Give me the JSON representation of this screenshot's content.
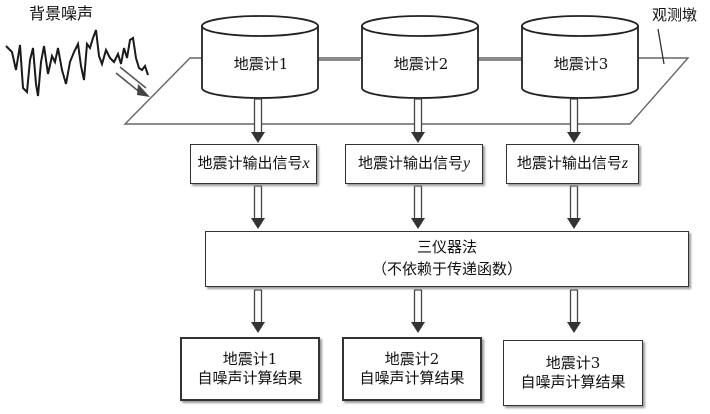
{
  "labels": {
    "background_noise": "背景噪声",
    "pier": "观测墩"
  },
  "seismometers": [
    {
      "label": "地震计1"
    },
    {
      "label": "地震计2"
    },
    {
      "label": "地震计3"
    }
  ],
  "signals": [
    {
      "prefix": "地震计输出信号",
      "var": "x"
    },
    {
      "prefix": "地震计输出信号",
      "var": "y"
    },
    {
      "prefix": "地震计输出信号",
      "var": "z"
    }
  ],
  "method": {
    "title": "三仪器法",
    "subtitle": "（不依赖于传递函数）"
  },
  "results": [
    {
      "line1": "地震计1",
      "line2": "自噪声计算结果"
    },
    {
      "line1": "地震计2",
      "line2": "自噪声计算结果"
    },
    {
      "line1": "地震计3",
      "line2": "自噪声计算结果"
    }
  ]
}
